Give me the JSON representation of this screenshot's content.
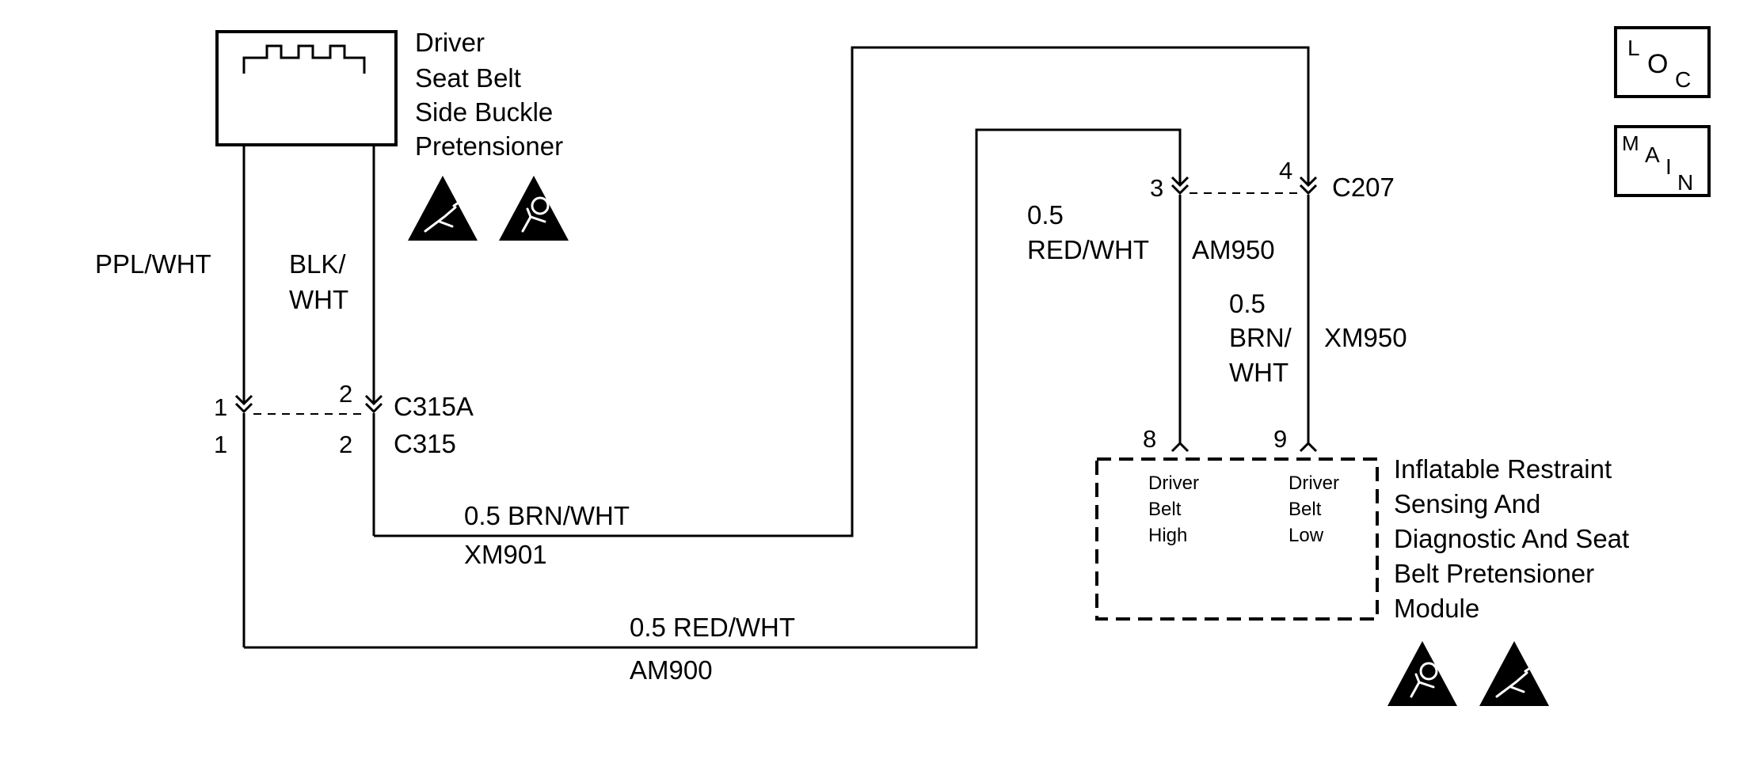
{
  "component": {
    "title_lines": [
      "Driver",
      "Seat Belt",
      "Side Buckle",
      "Pretensioner"
    ]
  },
  "wires_left": {
    "ppl_wht": "PPL/WHT",
    "blk_wht_1": "BLK/",
    "blk_wht_2": "WHT"
  },
  "connector_c315": {
    "pin_a1": "1",
    "pin_a2": "2",
    "name_a": "C315A",
    "pin_b1": "1",
    "pin_b2": "2",
    "name_b": "C315"
  },
  "connector_c207": {
    "pin_3": "3",
    "pin_4": "4",
    "name": "C207"
  },
  "circuits": {
    "am950_size": "0.5",
    "am950_color": "RED/WHT",
    "am950_id": "AM950",
    "xm950_size": "0.5",
    "xm950_color_1": "BRN/",
    "xm950_color_2": "WHT",
    "xm950_id": "XM950",
    "xm901_label": "0.5 BRN/WHT",
    "xm901_id": "XM901",
    "am900_label": "0.5 RED/WHT",
    "am900_id": "AM900"
  },
  "module": {
    "pin_8": "8",
    "pin_9": "9",
    "pin8_lines": [
      "Driver",
      "Belt",
      "High"
    ],
    "pin9_lines": [
      "Driver",
      "Belt",
      "Low"
    ],
    "title_lines": [
      "Inflatable Restraint",
      "Sensing And",
      "Diagnostic And Seat",
      "Belt Pretensioner",
      "Module"
    ]
  },
  "buttons": {
    "loc_letters": [
      "L",
      "O",
      "C"
    ],
    "main_letters": [
      "M",
      "A",
      "I",
      "N"
    ]
  },
  "icons": [
    "esd-sensitive-icon",
    "airbag-warning-icon",
    "airbag-warning-icon",
    "esd-sensitive-icon"
  ]
}
